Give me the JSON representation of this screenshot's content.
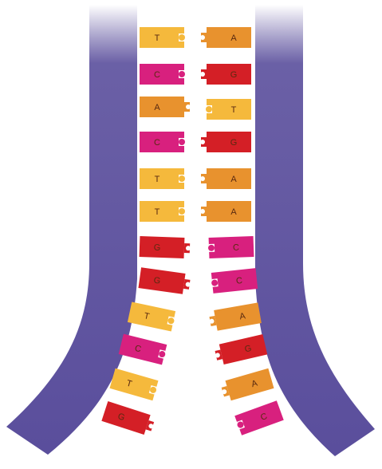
{
  "colors": {
    "backbone": "#5a4e9c",
    "backbone_top": "#ffffff",
    "T": "#f5b93c",
    "A": "#e8922e",
    "G": "#d41f26",
    "C": "#d8207e"
  },
  "left_strand": [
    "T",
    "C",
    "A",
    "C",
    "T",
    "T",
    "G",
    "G",
    "T",
    "C",
    "T",
    "G"
  ],
  "right_strand": [
    "A",
    "G",
    "T",
    "G",
    "A",
    "A",
    "C",
    "C",
    "A",
    "G",
    "A",
    "C"
  ]
}
